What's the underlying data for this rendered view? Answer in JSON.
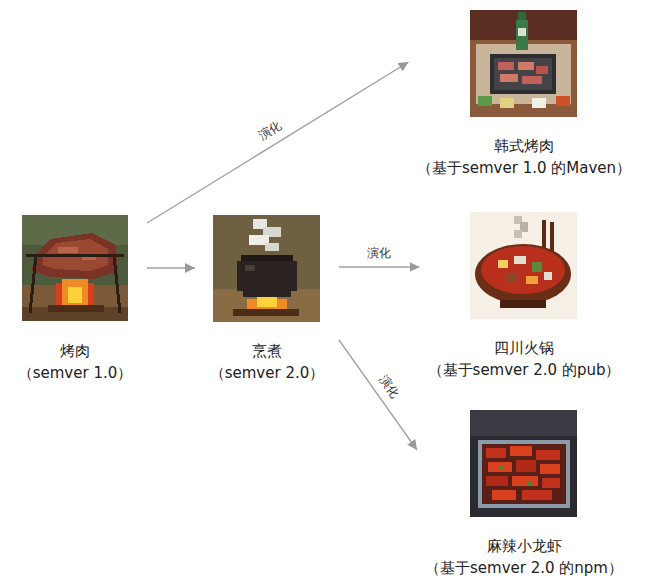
{
  "diagram": {
    "nodes": [
      {
        "text": [
          "烤肉",
          "（semver 1.0）"
        ]
      },
      {
        "text": [
          "烹煮",
          "（semver 2.0）"
        ]
      },
      {
        "text": [
          "韩式烤肉",
          "（基于semver 1.0 的Maven）"
        ]
      },
      {
        "text": [
          "四川火锅",
          "（基于semver 2.0 的pub）"
        ]
      },
      {
        "text": [
          "麻辣小龙虾",
          "（基于semver 2.0 的npm）"
        ]
      }
    ],
    "edges": [
      {
        "from": 0,
        "to": 2,
        "label": "演化",
        "arrow": "to"
      },
      {
        "from": 0,
        "to": 1,
        "arrow": "to"
      },
      {
        "from": 1,
        "to": 3,
        "label": "演化",
        "arrow": "to"
      },
      {
        "from": 1,
        "to": 4,
        "label": "演化",
        "arrow": "to"
      }
    ]
  }
}
